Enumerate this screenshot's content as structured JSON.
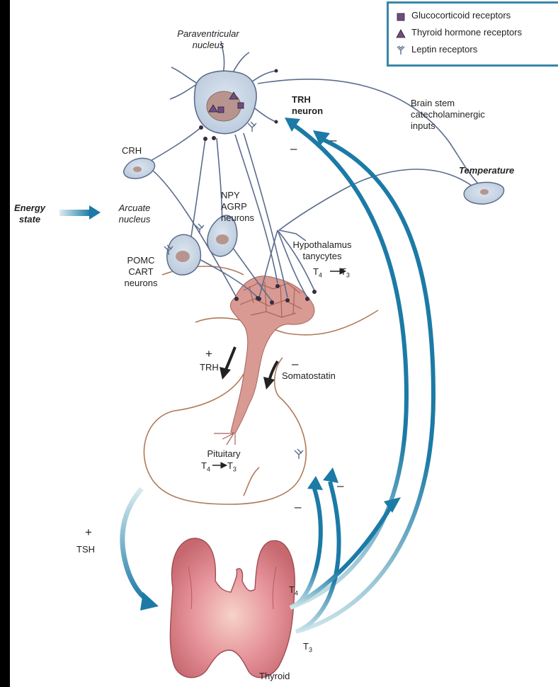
{
  "legend": {
    "items": [
      {
        "label": "Glucocorticoid receptors",
        "icon": "square-icon"
      },
      {
        "label": "Thyroid hormone receptors",
        "icon": "triangle-icon"
      },
      {
        "label": "Leptin receptors",
        "icon": "receptor-y-icon"
      }
    ]
  },
  "labels": {
    "paraventricular": "Paraventricular",
    "nucleus": "nucleus",
    "trh_neuron_1": "TRH",
    "trh_neuron_2": "neuron",
    "brain_stem_1": "Brain stem",
    "brain_stem_2": "catecholaminergic",
    "brain_stem_3": "inputs",
    "crh": "CRH",
    "temperature": "Temperature",
    "energy_1": "Energy",
    "energy_2": "state",
    "arcuate_1": "Arcuate",
    "arcuate_2": "nucleus",
    "npy_1": "NPY",
    "npy_2": "AGRP",
    "npy_3": "neurons",
    "hypo_1": "Hypothalamus",
    "hypo_2": "tanycytes",
    "pomc_1": "POMC",
    "pomc_2": "CART",
    "pomc_3": "neurons",
    "trh_release": "TRH",
    "somatostatin": "Somatostatin",
    "pituitary": "Pituitary",
    "tsh": "TSH",
    "thyroid": "Thyroid",
    "t": "T",
    "sub4": "4",
    "sub3": "3"
  },
  "signs": {
    "plus": "+",
    "minus": "–"
  },
  "colors": {
    "feedback_blue": "#1c7aa6",
    "neuron_fill": "#c9d6e6",
    "neuron_stroke": "#5b6c8c",
    "nucleus_fill": "#b7958e",
    "gland_stroke": "#b07a58",
    "vessel_fill": "#d89a92",
    "thyroid_fill": "#e2868c",
    "legend_border": "#3a86a8",
    "marker_purple": "#6f4d82"
  }
}
